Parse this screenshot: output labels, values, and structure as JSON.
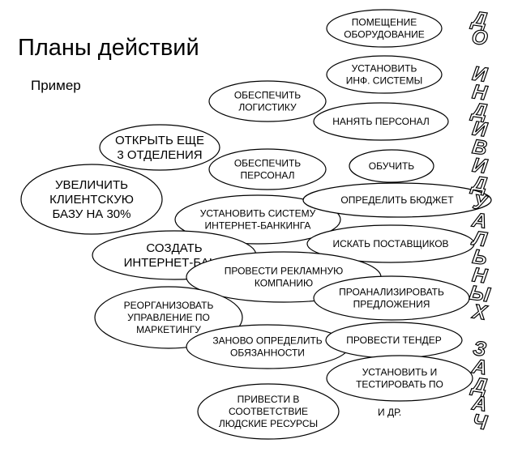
{
  "title": "Планы действий",
  "subtitle": "Пример",
  "vertical_text": [
    "Д",
    "О",
    " ",
    "И",
    "Н",
    "Д",
    "И",
    "В",
    "И",
    "Д",
    "У",
    "А",
    "Л",
    "Ь",
    "Н",
    "Ы",
    "Х",
    " ",
    "З",
    "А",
    "Д",
    "А",
    "Ч"
  ],
  "bubbles": [
    {
      "id": "pomeshchenie",
      "lines": [
        "ПОМЕЩЕНИЕ",
        "ОБОРУДОВАНИЕ"
      ]
    },
    {
      "id": "ustanovit-inf",
      "lines": [
        "УСТАНОВИТЬ",
        "ИНФ. СИСТЕМЫ"
      ]
    },
    {
      "id": "obespechit-logistiku",
      "lines": [
        "ОБЕСПЕЧИТЬ",
        "ЛОГИСТИКУ"
      ]
    },
    {
      "id": "nanyat-personal",
      "lines": [
        "НАНЯТЬ ПЕРСОНАЛ"
      ]
    },
    {
      "id": "otkryt-otdeleniya",
      "lines": [
        "ОТКРЫТЬ ЕЩЕ",
        "3 ОТДЕЛЕНИЯ"
      ]
    },
    {
      "id": "obespechit-personal",
      "lines": [
        "ОБЕСПЕЧИТЬ",
        "ПЕРСОНАЛ"
      ]
    },
    {
      "id": "obuchit",
      "lines": [
        "ОБУЧИТЬ"
      ]
    },
    {
      "id": "uvelichit-bazu",
      "lines": [
        "УВЕЛИЧИТЬ",
        "КЛИЕНТСКУЮ",
        "БАЗУ НА 30%"
      ]
    },
    {
      "id": "ustanovit-internet-banking",
      "lines": [
        "УСТАНОВИТЬ СИСТЕМУ",
        "ИНТЕРНЕТ-БАНКИНГА"
      ]
    },
    {
      "id": "opredelit-byudzhet",
      "lines": [
        "ОПРЕДЕЛИТЬ БЮДЖЕТ"
      ]
    },
    {
      "id": "sozdat-internet-bank",
      "lines": [
        "СОЗДАТЬ",
        "ИНТЕРНЕТ-БАНК"
      ]
    },
    {
      "id": "iskat-postavshchikov",
      "lines": [
        "ИСКАТЬ ПОСТАВЩИКОВ"
      ]
    },
    {
      "id": "provesti-reklamnuyu",
      "lines": [
        "ПРОВЕСТИ РЕКЛАМНУЮ",
        "КОМПАНИЮ"
      ]
    },
    {
      "id": "proanalizirovat",
      "lines": [
        "ПРОАНАЛИЗИРОВАТЬ",
        "ПРЕДЛОЖЕНИЯ"
      ]
    },
    {
      "id": "reorganizovat",
      "lines": [
        "РЕОРГАНИЗОВАТЬ",
        "УПРАВЛЕНИЕ ПО",
        "МАРКЕТИНГУ"
      ]
    },
    {
      "id": "zanovo-opredelit",
      "lines": [
        "ЗАНОВО ОПРЕДЕЛИТЬ",
        "ОБЯЗАННОСТИ"
      ]
    },
    {
      "id": "provesti-tender",
      "lines": [
        "ПРОВЕСТИ ТЕНДЕР"
      ]
    },
    {
      "id": "ustanovit-po",
      "lines": [
        "УСТАНОВИТЬ И",
        "ТЕСТИРОВАТЬ ПО"
      ]
    },
    {
      "id": "lyudskie-resursy",
      "lines": [
        "ПРИВЕСТИ В",
        "СООТВЕТСТВИЕ",
        "ЛЮДСКИЕ РЕСУРСЫ"
      ]
    }
  ],
  "free_text": "И ДР."
}
